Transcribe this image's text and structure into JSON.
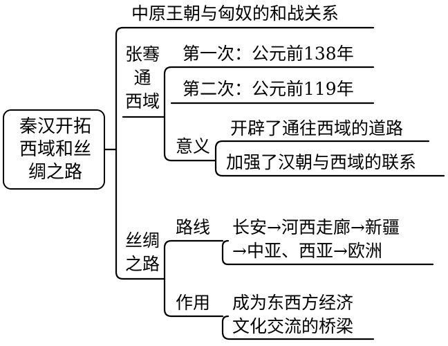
{
  "root": {
    "lines": [
      "秦汉开拓",
      "西域和丝",
      "绸之路"
    ]
  },
  "relation": "中原王朝与匈奴的和战关系",
  "zhangqian": {
    "label_lines": [
      "张骞",
      "通",
      "西域"
    ],
    "first": "第一次：公元前138年",
    "second": "第二次：公元前119年",
    "meaning": {
      "label": "意义",
      "items": [
        "开辟了通往西域的道路",
        "加强了汉朝与西域的联系"
      ]
    }
  },
  "silkroad": {
    "label_lines": [
      "丝绸",
      "之路"
    ],
    "route": {
      "label": "路线",
      "lines": [
        "长安→河西走廊→新疆",
        "→中亚、西亚→欧洲"
      ]
    },
    "role": {
      "label": "作用",
      "lines": [
        "成为东西方经济",
        "文化交流的桥梁"
      ]
    }
  }
}
